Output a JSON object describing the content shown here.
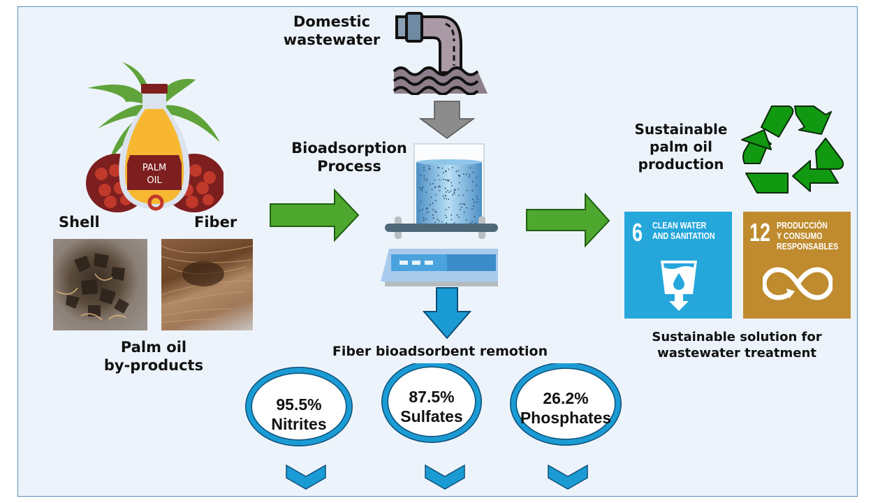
{
  "left": {
    "palm_icon_label": "PALM",
    "palm_icon_label2": "OIL",
    "shell_label": "Shell",
    "fiber_label": "Fiber",
    "byproducts_line1": "Palm oil",
    "byproducts_line2": "by-products"
  },
  "center": {
    "wastewater_line1": "Domestic",
    "wastewater_line2": "wastewater",
    "process_line1": "Bioadsorption",
    "process_line2": "Process",
    "removal_title": "Fiber bioadsorbent remotion"
  },
  "results": [
    {
      "percent": "95.5%",
      "compound": "Nitrites"
    },
    {
      "percent": "87.5%",
      "compound": "Sulfates"
    },
    {
      "percent": "26.2%",
      "compound": "Phosphates"
    }
  ],
  "right": {
    "sustainable_line1": "Sustainable",
    "sustainable_line2": "palm oil",
    "sustainable_line3": "production",
    "solution_line1": "Sustainable solution for",
    "solution_line2": "wastewater treatment"
  },
  "sdgs": [
    {
      "number": "6",
      "title_line1": "CLEAN WATER",
      "title_line2": "AND SANITATION",
      "title_line3": "",
      "color": "#26a7dc"
    },
    {
      "number": "12",
      "title_line1": "PRODUCCIÓN",
      "title_line2": "Y CONSUMO",
      "title_line3": "RESPONSABLES",
      "color": "#bf8b2e"
    }
  ],
  "colors": {
    "background": "#edf3fb",
    "frame_border": "#5e8fb5",
    "green_arrow": "#4ea72e",
    "blue_accent": "#1b9bd4",
    "gray_arrow": "#8c8c8c",
    "recycle_green": "#119911"
  }
}
